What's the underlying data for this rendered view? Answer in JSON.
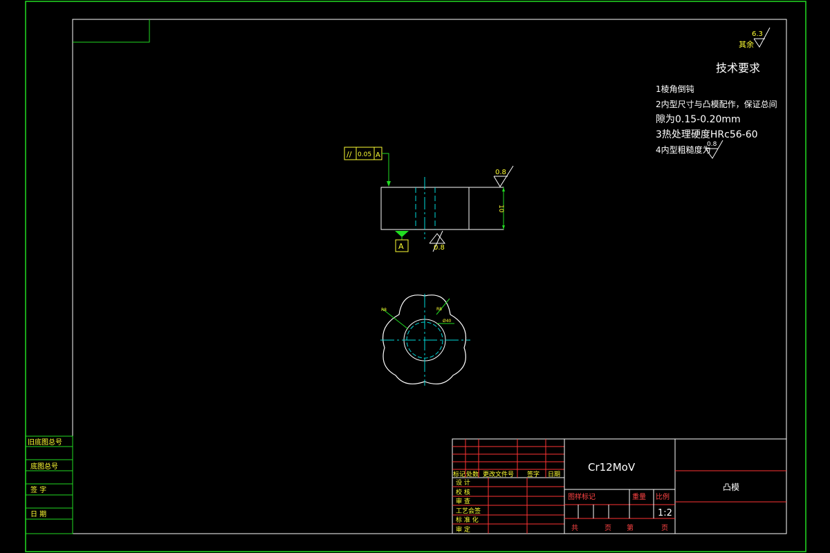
{
  "roughness_rest": {
    "value": "6.3",
    "label": "其余"
  },
  "tech_req": {
    "title": "技术要求",
    "lines": [
      "1棱角倒钝",
      "2内型尺寸与凸模配作，保证总间",
      "隙为0.15-0.20mm",
      "3热处理硬度HRc56-60",
      "4内型粗糙度为"
    ],
    "line4_roughness": "0.8"
  },
  "front_view": {
    "tolerance": {
      "symbol": "//",
      "value": "0.05",
      "datum": "A"
    },
    "datum_label": "A",
    "roughness_top": "0.8",
    "roughness_bottom": "0.8",
    "dimension": "10"
  },
  "top_view": {
    "dim_a": "R8",
    "dim_b": "R8",
    "dim_c": "Ø40"
  },
  "side_stamp": {
    "rows": [
      "旧底图总号",
      "底图总号",
      "签    字",
      "日    期"
    ]
  },
  "title_block": {
    "revision_headers": [
      "标记",
      "处数",
      "更改文件号",
      "签字",
      "日期"
    ],
    "roles": [
      "设    计",
      "校    核",
      "审    查",
      "工艺会签",
      "标 准 化",
      "审    定"
    ],
    "material": "Cr12MoV",
    "part_name": "凸模",
    "stage_label": "图样标记",
    "weight_label": "重量",
    "scale_label": "比例",
    "scale_value": "1:2",
    "total_label": "共",
    "sheet_label": "页",
    "page_label": "第",
    "page_suffix": "页"
  },
  "colors": {
    "frame": "#22dd22",
    "text": "#ffff33",
    "line": "#ffffff",
    "center": "#00dddd",
    "grid": "#ff3333"
  }
}
